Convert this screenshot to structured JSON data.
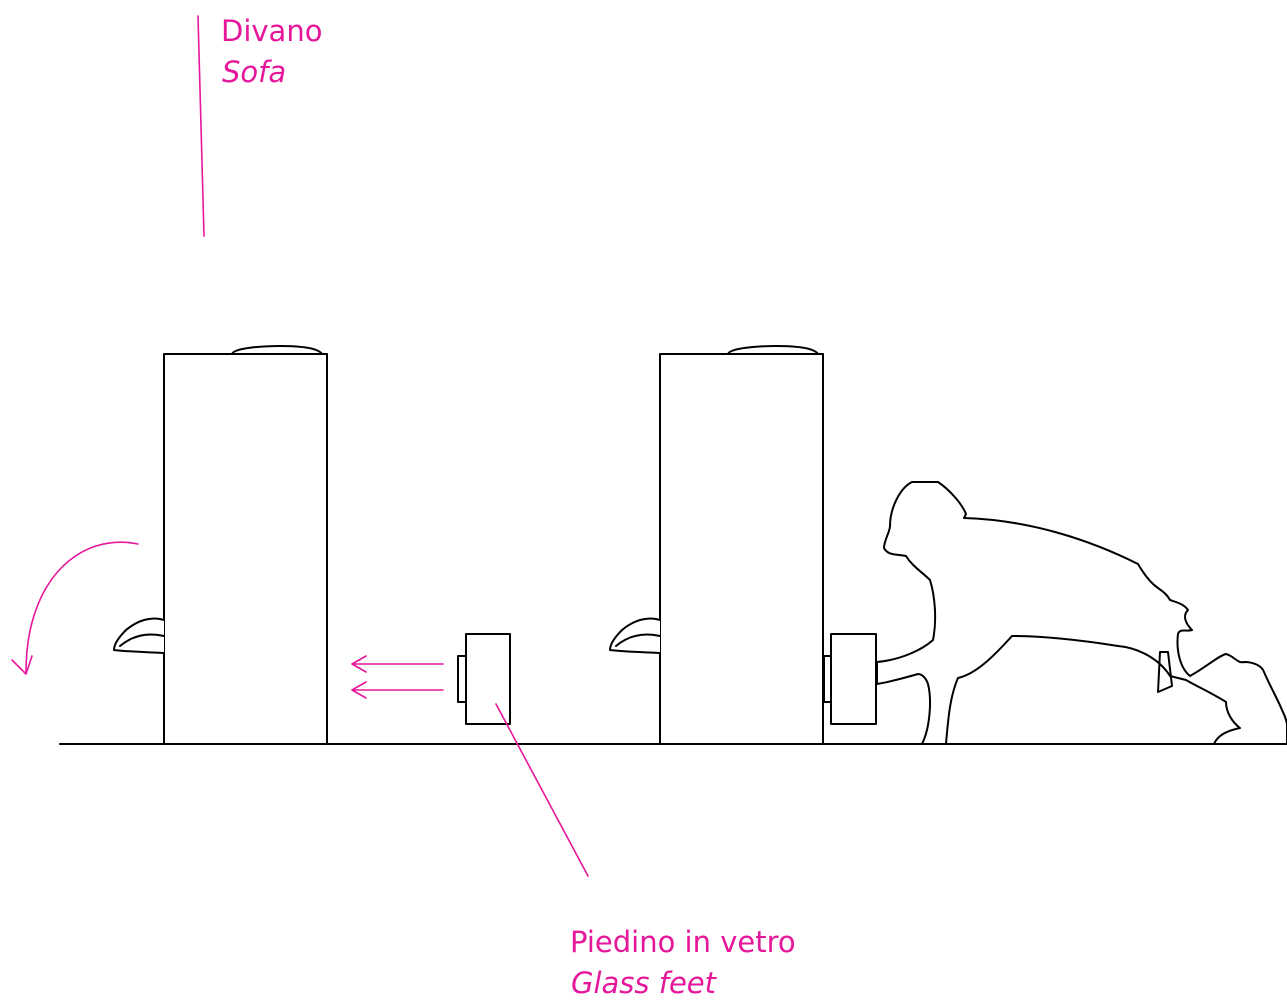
{
  "colors": {
    "accent": "#e6179b",
    "ink": "#000000",
    "background": "#ffffff"
  },
  "labels": {
    "sofa": {
      "italian": "Divano",
      "english": "Sofa"
    },
    "glass_feet": {
      "italian": "Piedino in vetro",
      "english": "Glass feet"
    }
  }
}
